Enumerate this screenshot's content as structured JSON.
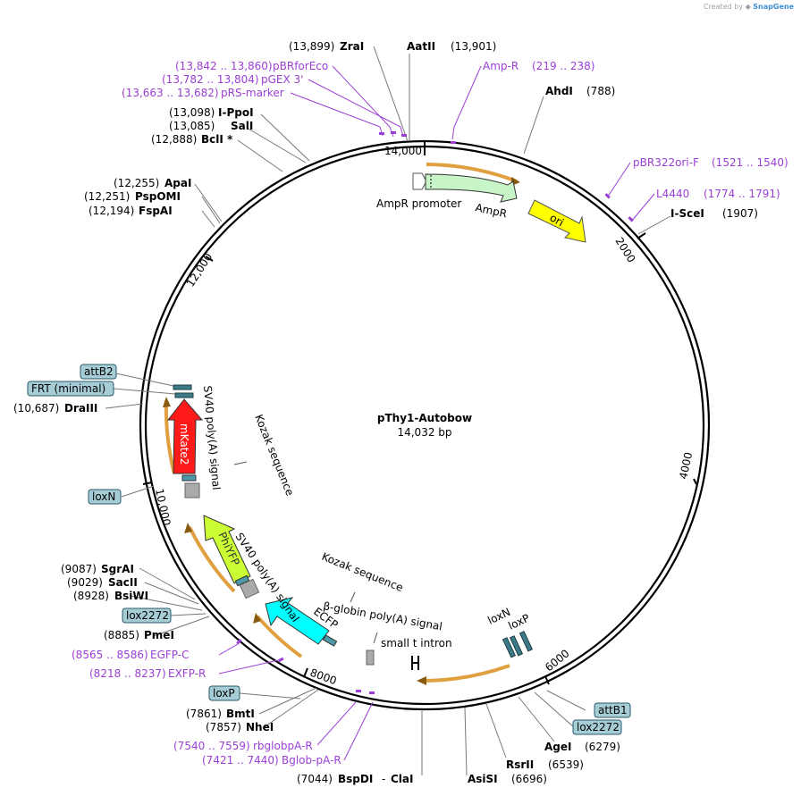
{
  "watermark": {
    "prefix": "Created by",
    "brand": "SnapGene"
  },
  "plasmid": {
    "name": "pThy1-Autobow",
    "length": "14,032 bp"
  },
  "ticks": {
    "t14000": "14,000",
    "t2000": "2000",
    "t4000": "4000",
    "t6000": "6000",
    "t8000": "8000",
    "t10000": "10,000",
    "t12000": "12,000"
  },
  "sites": {
    "zrai": {
      "pos": "(13,899)",
      "name": "ZraI"
    },
    "aatii": {
      "pos": "(13,901)",
      "name": "AatII"
    },
    "ahdi": {
      "pos": "(788)",
      "name": "AhdI"
    },
    "iscei": {
      "pos": "(1907)",
      "name": "I-SceI"
    },
    "ippoi": {
      "pos": "(13,098)",
      "name": "I-PpoI"
    },
    "sali": {
      "pos": "(13,085)",
      "name": "SalI"
    },
    "bcli": {
      "pos": "(12,888)",
      "name": "BclI *"
    },
    "apai": {
      "pos": "(12,255)",
      "name": "ApaI"
    },
    "pspomi": {
      "pos": "(12,251)",
      "name": "PspOMI"
    },
    "fspai": {
      "pos": "(12,194)",
      "name": "FspAI"
    },
    "draiii": {
      "pos": "(10,687)",
      "name": "DraIII"
    },
    "sgrai": {
      "pos": "(9087)",
      "name": "SgrAI"
    },
    "sacii": {
      "pos": "(9029)",
      "name": "SacII"
    },
    "bsiwi": {
      "pos": "(8928)",
      "name": "BsiWI"
    },
    "pmei": {
      "pos": "(8885)",
      "name": "PmeI"
    },
    "bmti": {
      "pos": "(7861)",
      "name": "BmtI"
    },
    "nhei": {
      "pos": "(7857)",
      "name": "NheI"
    },
    "bspdi": {
      "pos": "(7044)",
      "name": "BspDI",
      "sep": "-",
      "name2": "ClaI"
    },
    "asisi": {
      "name": "AsiSI",
      "pos": "(6696)"
    },
    "rsrii": {
      "name": "RsrII",
      "pos": "(6539)"
    },
    "agei": {
      "name": "AgeI",
      "pos": "(6279)"
    }
  },
  "primers": {
    "pbrforeco": {
      "pos": "(13,842 .. 13,860)",
      "name": "pBRforEco"
    },
    "pgex3": {
      "pos": "(13,782 .. 13,804)",
      "name": "pGEX 3'"
    },
    "prsmarker": {
      "pos": "(13,663 .. 13,682)",
      "name": "pRS-marker"
    },
    "ampr": {
      "name": "Amp-R",
      "pos": "(219 .. 238)"
    },
    "pbr322ori": {
      "name": "pBR322ori-F",
      "pos": "(1521 .. 1540)"
    },
    "l4440": {
      "name": "L4440",
      "pos": "(1774 .. 1791)"
    },
    "egfpc": {
      "pos": "(8565 .. 8586)",
      "name": "EGFP-C"
    },
    "exfpr": {
      "pos": "(8218 .. 8237)",
      "name": "EXFP-R"
    },
    "rbglobpa": {
      "pos": "(7540 .. 7559)",
      "name": "rbglobpA-R"
    },
    "bglobpa": {
      "pos": "(7421 .. 7440)",
      "name": "Bglob-pA-R"
    }
  },
  "boxes": {
    "attb2": "attB2",
    "frt": "FRT (minimal)",
    "loxn": "loxN",
    "lox2272_left": "lox2272",
    "loxp_left": "loxP",
    "attb1": "attB1",
    "lox2272_right": "lox2272"
  },
  "features": {
    "amprpromoter": "AmpR promoter",
    "ampr": "AmpR",
    "ori": "ori",
    "mkate2": "mKate2",
    "phiyfp": "PhiYFP",
    "ecfp": "ECFP",
    "sv40_top": "SV40 poly(A) signal",
    "sv40_mid": "SV40 poly(A) signal",
    "kozak_top": "Kozak sequence",
    "kozak_mid": "Kozak sequence",
    "bglobin": "β-globin poly(A) signal",
    "smallt": "small t intron",
    "loxn_inner": "loxN",
    "loxp_inner": "loxP"
  },
  "colors": {
    "ampr_fill": "#c8f5c8",
    "ori_fill": "#ffff00",
    "mkate2_fill": "#ff1a1a",
    "phiyfp_fill": "#ccff33",
    "ecfp_fill": "#00ffff",
    "orf_arrow": "#e0a040",
    "primer_color": "#9b3fd6",
    "box_fill": "#a6ccd6",
    "box_stroke": "#2b5a6b"
  }
}
